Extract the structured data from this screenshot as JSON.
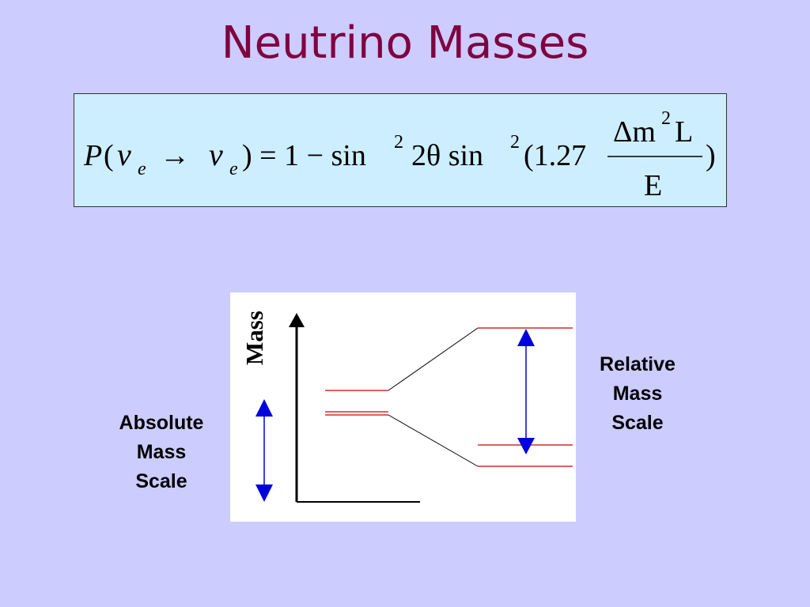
{
  "slide": {
    "title": "Neutrino Masses",
    "background_color": "#ccccff",
    "title_color": "#800040"
  },
  "formula": {
    "box_color": "#cceeff",
    "P": "P",
    "open_paren": "(",
    "nu": "ν",
    "sub_e": "e",
    "arrow": "→",
    "equals_one_minus": ") = 1 − sin",
    "sup_two": "2",
    "two_theta": "2θ sin",
    "coefficient": "(1.27",
    "numerator": "Δm",
    "numerator_L": "L",
    "denominator": "E",
    "close_paren": ")"
  },
  "diagram": {
    "axis_label": "Mass",
    "left_label": [
      "Absolute",
      "Mass",
      "Scale"
    ],
    "right_label": [
      "Relative",
      "Mass",
      "Scale"
    ],
    "level_color": "#cc0000",
    "arrow_color": "#0000dd"
  }
}
